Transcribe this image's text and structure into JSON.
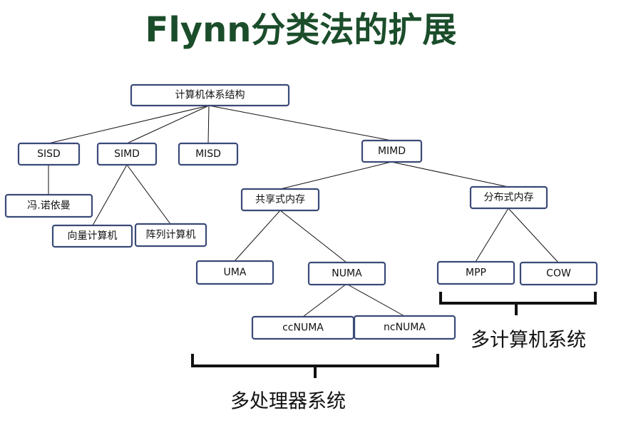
{
  "title": "Flynn分类法的扩展",
  "nodes": {
    "root": "计算机体系结构",
    "sisd": "SISD",
    "simd": "SIMD",
    "misd": "MISD",
    "mimd": "MIMD",
    "von_neumann": "冯.诺依曼",
    "vector": "向量计算机",
    "array": "阵列计算机",
    "shared": "共享式内存",
    "distributed": "分布式内存",
    "uma": "UMA",
    "numa": "NUMA",
    "mpp": "MPP",
    "cow": "COW",
    "ccnuma": "ccNUMA",
    "ncnuma": "ncNUMA"
  },
  "groups": {
    "multiprocessor": "多处理器系统",
    "multicomputer": "多计算机系统"
  }
}
